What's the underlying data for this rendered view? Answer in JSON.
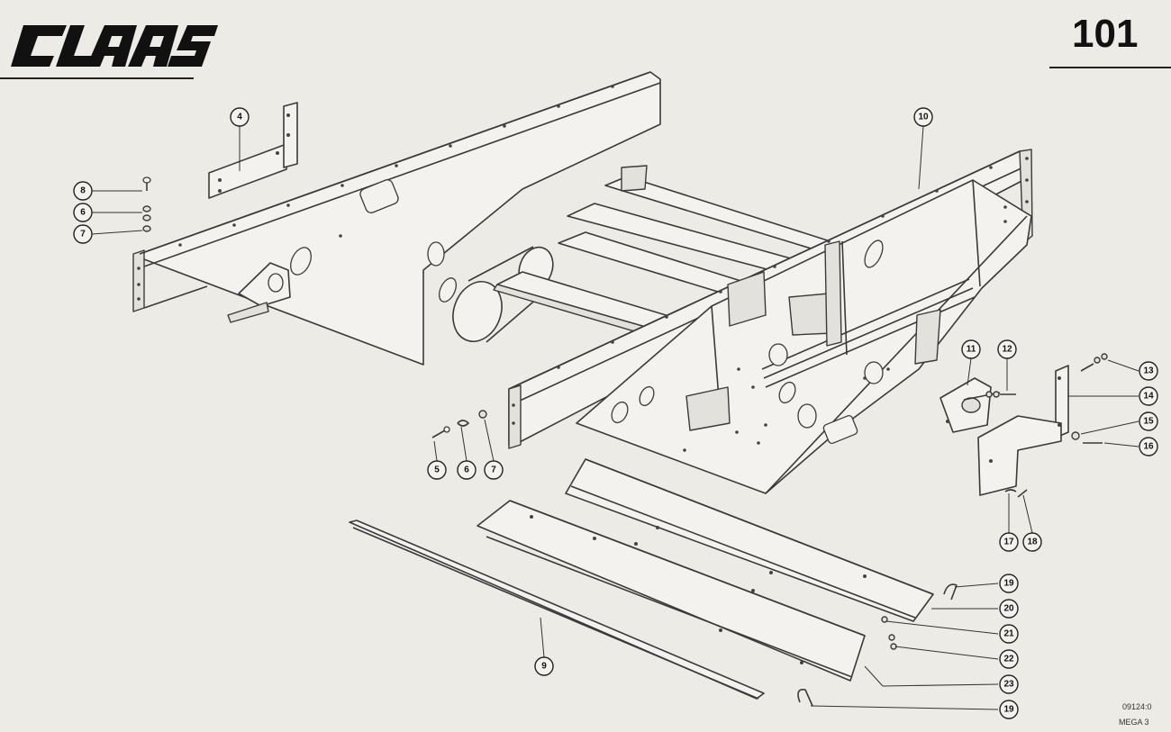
{
  "header": {
    "brand": "CLAAS",
    "page_number": "101"
  },
  "callouts": [
    {
      "id": "c4a",
      "label": "4"
    },
    {
      "id": "c8a",
      "label": "8"
    },
    {
      "id": "c6a",
      "label": "6"
    },
    {
      "id": "c7a",
      "label": "7"
    },
    {
      "id": "c5b",
      "label": "5"
    },
    {
      "id": "c6b",
      "label": "6"
    },
    {
      "id": "c7b",
      "label": "7"
    },
    {
      "id": "c9",
      "label": "9"
    },
    {
      "id": "c10",
      "label": "10"
    },
    {
      "id": "c11",
      "label": "11"
    },
    {
      "id": "c12",
      "label": "12"
    },
    {
      "id": "c13",
      "label": "13"
    },
    {
      "id": "c14",
      "label": "14"
    },
    {
      "id": "c15",
      "label": "15"
    },
    {
      "id": "c16",
      "label": "16"
    },
    {
      "id": "c17",
      "label": "17"
    },
    {
      "id": "c18",
      "label": "18"
    },
    {
      "id": "c19a",
      "label": "19"
    },
    {
      "id": "c20",
      "label": "20"
    },
    {
      "id": "c21",
      "label": "21"
    },
    {
      "id": "c22",
      "label": "22"
    },
    {
      "id": "c23",
      "label": "23"
    },
    {
      "id": "c19b",
      "label": "19"
    }
  ],
  "footer": {
    "code": "09124:0",
    "model": "MEGA 3"
  },
  "colors": {
    "paper": "#ecebe6",
    "ink": "#3a3a3a"
  }
}
